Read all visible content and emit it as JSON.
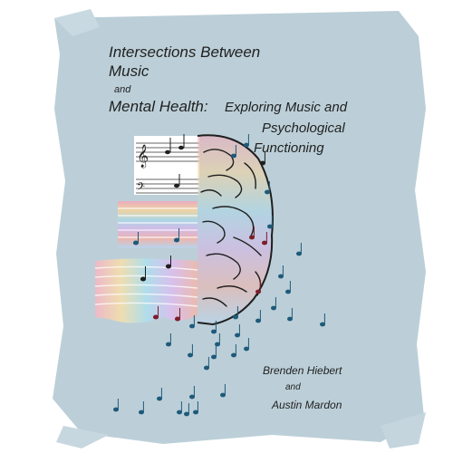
{
  "cover": {
    "title_line1": "Intersections Between",
    "title_line2": "Music",
    "title_and": "and",
    "title_line3": "Mental Health:",
    "subtitle_line1": "Exploring Music and",
    "subtitle_line2": "Psychological",
    "subtitle_line3": "Functioning",
    "author1": "Brenden Hiebert",
    "author_and": "and",
    "author2": "Austin Mardon"
  },
  "colors": {
    "paint_blue": "#bccfd8",
    "ink": "#1f1f1f",
    "note_blue": "#1e5a7a",
    "note_red": "#7a1f2a"
  },
  "icons": {
    "brain": "brain-illustration",
    "notes": "music-note-icon",
    "clef": "treble-clef-icon"
  }
}
